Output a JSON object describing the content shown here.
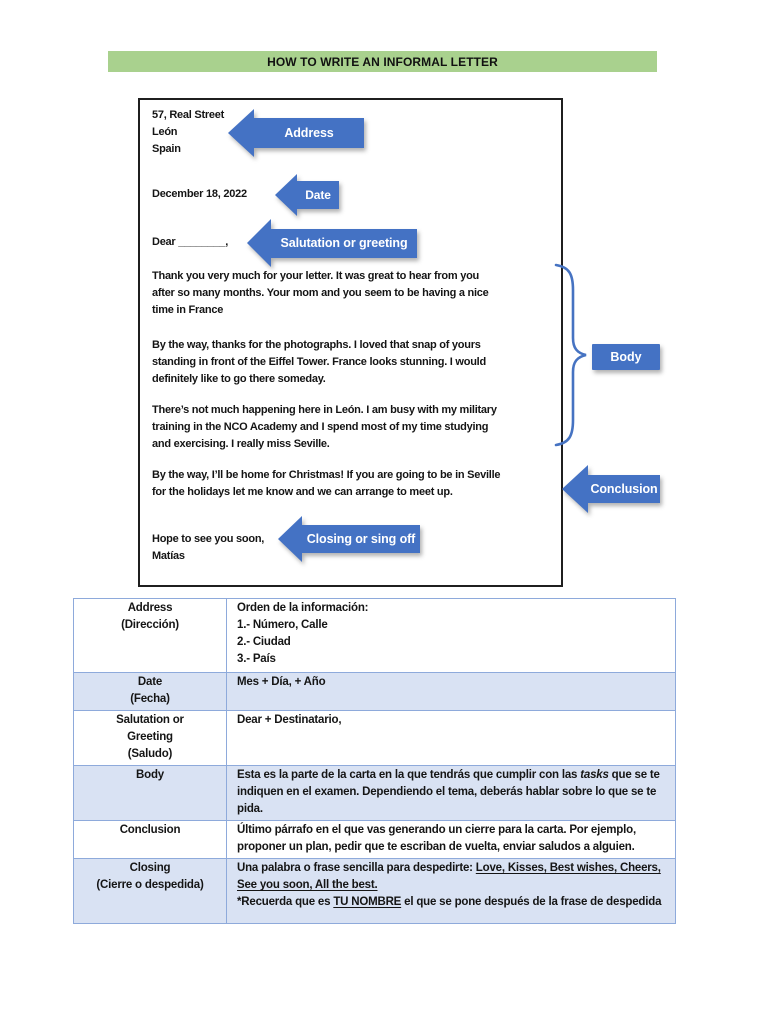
{
  "banner": {
    "title": "HOW TO WRITE AN INFORMAL LETTER",
    "background_color": "#A9D18E"
  },
  "colors": {
    "arrow_blue": "#4472C4",
    "table_border_blue": "#8EAADB",
    "table_shaded_row": "#D9E2F3",
    "letter_border": "#1F1F1F"
  },
  "letter": {
    "address_lines": [
      "57, Real Street",
      "León",
      "Spain"
    ],
    "date": "December 18, 2022",
    "salutation": "Dear ________,",
    "paragraphs": [
      [
        "Thank you very much for your letter. It was great to hear from you",
        "after so many months. Your mom and you seem to be having a nice",
        "time in France"
      ],
      [
        "By the way, thanks for the photographs. I loved that snap of yours",
        "standing in front of the Eiffel Tower. France looks stunning. I would",
        "definitely like to go there someday."
      ],
      [
        "There’s not much happening here in León. I am busy with my military",
        "training in the NCO Academy and I spend most of my time studying",
        "and exercising. I really miss Seville."
      ],
      [
        "By the way, I’ll be home for Christmas! If you are going to be in Seville",
        "for the holidays let me know and we can arrange to meet up."
      ]
    ],
    "signoff_lines": [
      "Hope to see you soon,",
      "Matías"
    ]
  },
  "callouts": {
    "address": "Address",
    "date": "Date",
    "salutation": "Salutation or greeting",
    "body": "Body",
    "conclusion": "Conclusion",
    "closing": "Closing or sing off"
  },
  "table": {
    "rows": [
      {
        "term": "Address\n(Dirección)",
        "def": "Orden de la información:\n1.- Número, Calle\n2.- Ciudad\n3.- País"
      },
      {
        "term": "Date\n(Fecha)",
        "def": "Mes + Día, + Año"
      },
      {
        "term": "Salutation or\nGreeting\n(Saludo)",
        "def": "Dear + Destinatario,"
      },
      {
        "term": "Body",
        "def_pre": "Esta es la parte de la carta en la que tendrás que cumplir con las ",
        "def_italic": "tasks",
        "def_post": " que se te indiquen en el examen. Dependiendo el tema, deberás hablar sobre lo que se te pida."
      },
      {
        "term": "Conclusion",
        "def": "Último párrafo en el que vas generando un cierre para la carta. Por ejemplo, proponer un plan, pedir que te escriban de vuelta, enviar saludos a alguien."
      },
      {
        "term": "Closing\n(Cierre o despedida)",
        "def_pre": "Una palabra o frase sencilla para despedirte: ",
        "def_underline": "Love, Kisses, Best wishes, Cheers, See you soon, All the best.",
        "def_line2_pre": "*Recuerda que es ",
        "def_line2_underline": "TU NOMBRE",
        "def_line2_post": " el que se pone después de la frase de despedida"
      }
    ]
  }
}
